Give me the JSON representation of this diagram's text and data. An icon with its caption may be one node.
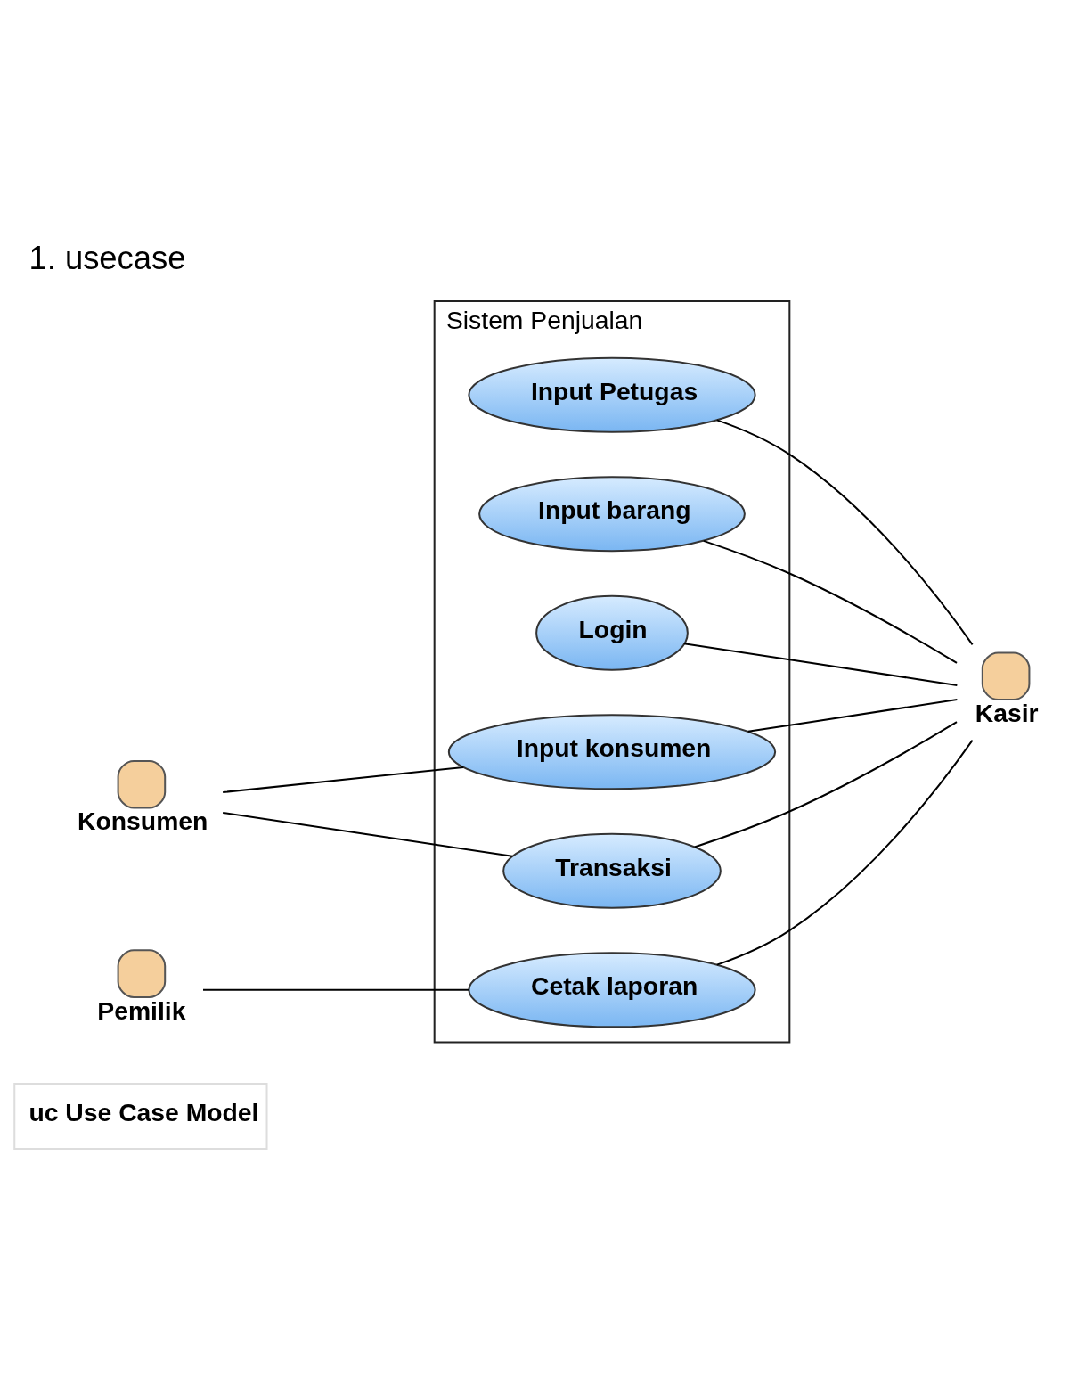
{
  "diagram": {
    "title": "1. usecase",
    "nodes": [
      {
        "text": [
          "Sistem Penjualan"
        ]
      },
      {
        "text": [
          "Input Petugas"
        ],
        "in": 0
      },
      {
        "text": [
          "Input barang"
        ],
        "in": 0
      },
      {
        "text": [
          "Login"
        ],
        "in": 0
      },
      {
        "text": [
          "Input konsumen"
        ],
        "in": 0
      },
      {
        "text": [
          "Transaksi"
        ],
        "in": 0
      },
      {
        "text": [
          "Cetak laporan"
        ],
        "in": 0
      },
      {
        "text": [
          "Kasir"
        ]
      },
      {
        "text": [
          "Konsumen"
        ]
      },
      {
        "text": [
          "Pemilik"
        ]
      }
    ],
    "edges": [
      {
        "from": 1,
        "to": 7,
        "arrow": "none"
      },
      {
        "from": 2,
        "to": 7,
        "arrow": "none"
      },
      {
        "from": 3,
        "to": 7,
        "arrow": "none"
      },
      {
        "from": 4,
        "to": 7,
        "arrow": "none"
      },
      {
        "from": 5,
        "to": 7,
        "arrow": "none"
      },
      {
        "from": 6,
        "to": 7,
        "arrow": "none"
      },
      {
        "from": 8,
        "to": 4,
        "arrow": "none"
      },
      {
        "from": 8,
        "to": 5,
        "arrow": "none"
      },
      {
        "from": 9,
        "to": 6,
        "arrow": "none"
      }
    ],
    "labels": [
      "uc Use Case Model"
    ]
  }
}
